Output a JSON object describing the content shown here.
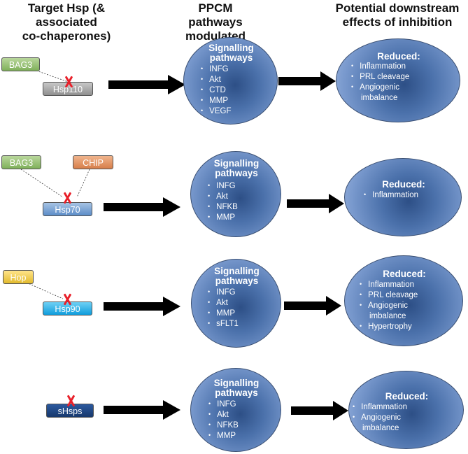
{
  "headers": {
    "target": "Target Hsp (& associated\nco-chaperones)",
    "pathways": "PPCM pathways\nmodulated",
    "effects": "Potential downstream\neffects of inhibition"
  },
  "rows": [
    {
      "cochaperones": [
        "BAG3"
      ],
      "hsp": "Hsp110",
      "pathway_title": "Signalling\npathways",
      "pathways": [
        "INFG",
        "Akt",
        "CTD",
        "MMP",
        "VEGF"
      ],
      "effect_title": "Reduced:",
      "effects": [
        "Inflammation",
        "PRL cleavage",
        "Angiogenic",
        "imbalance"
      ]
    },
    {
      "cochaperones": [
        "BAG3",
        "CHIP"
      ],
      "hsp": "Hsp70",
      "pathway_title": "Signalling\npathways",
      "pathways": [
        "INFG",
        "Akt",
        "NFKB",
        "MMP"
      ],
      "effect_title": "Reduced:",
      "effects": [
        "Inflammation"
      ]
    },
    {
      "cochaperones": [
        "Hop"
      ],
      "hsp": "Hsp90",
      "pathway_title": "Signalling\npathways",
      "pathways": [
        "INFG",
        "Akt",
        "MMP",
        "sFLT1"
      ],
      "effect_title": "Reduced:",
      "effects": [
        "Inflammation",
        "PRL cleavage",
        "Angiogenic",
        "imbalance",
        "Hypertrophy"
      ]
    },
    {
      "cochaperones": [],
      "hsp": "sHsps",
      "pathway_title": "Signalling\npathways",
      "pathways": [
        "INFG",
        "Akt",
        "NFKB",
        "MMP"
      ],
      "effect_title": "Reduced:",
      "effects": [
        "Inflammation",
        "Angiogenic",
        "imbalance"
      ]
    }
  ]
}
